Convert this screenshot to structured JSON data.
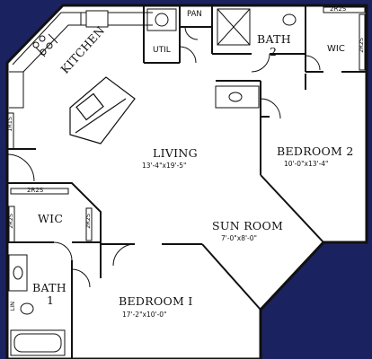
{
  "rooms": {
    "kitchen": "KITCHEN",
    "util": "UTIL",
    "pan": "PAN",
    "bath2": "BATH",
    "bath2_num": "2",
    "wic_top": "WIC",
    "living": "LIVING",
    "living_dim": "13'-4\"x19'-5\"",
    "bedroom2": "BEDROOM 2",
    "bedroom2_dim": "10'-0\"x13'-4\"",
    "sun_room": "SUN ROOM",
    "sun_room_dim": "7'-0\"x8'-0\"",
    "wic_left": "WIC",
    "bath1": "BATH",
    "bath1_num": "1",
    "bedroom1": "BEDROOM I",
    "bedroom1_dim": "17'-2\"x10'-0\""
  },
  "shelves": {
    "top_right": "2R2S",
    "wic_top_side": "2R2S",
    "left": "1R1S",
    "wic_left_top": "2R2S",
    "wic_left_side_a": "2R2S",
    "wic_left_side_b": "2R2S",
    "linen": "LIN"
  },
  "colors": {
    "background": "#1b2260",
    "floor": "#ffffff",
    "lines": "#111111"
  }
}
